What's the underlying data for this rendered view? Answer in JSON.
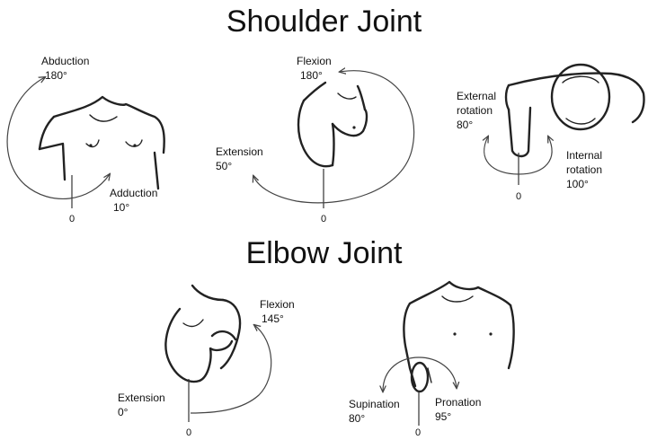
{
  "headings": {
    "shoulder": "Shoulder Joint",
    "elbow": "Elbow Joint"
  },
  "shoulder_abduction": {
    "top_name": "Abduction",
    "top_value": "180°",
    "bottom_name": "Adduction",
    "bottom_value": "10°",
    "zero": "0"
  },
  "shoulder_flexion": {
    "top_name": "Flexion",
    "top_value": "180°",
    "left_name": "Extension",
    "left_value": "50°",
    "zero": "0"
  },
  "shoulder_rotation": {
    "left_line1": "External",
    "left_line2": "rotation",
    "left_value": "80°",
    "right_line1": "Internal",
    "right_line2": "rotation",
    "right_value": "100°",
    "zero": "0"
  },
  "elbow_flexion": {
    "top_name": "Flexion",
    "top_value": "145°",
    "left_name": "Extension",
    "left_value": "0°",
    "zero": "0"
  },
  "elbow_rotation": {
    "left_name": "Supination",
    "left_value": "80°",
    "right_name": "Pronation",
    "right_value": "95°",
    "zero": "0"
  }
}
